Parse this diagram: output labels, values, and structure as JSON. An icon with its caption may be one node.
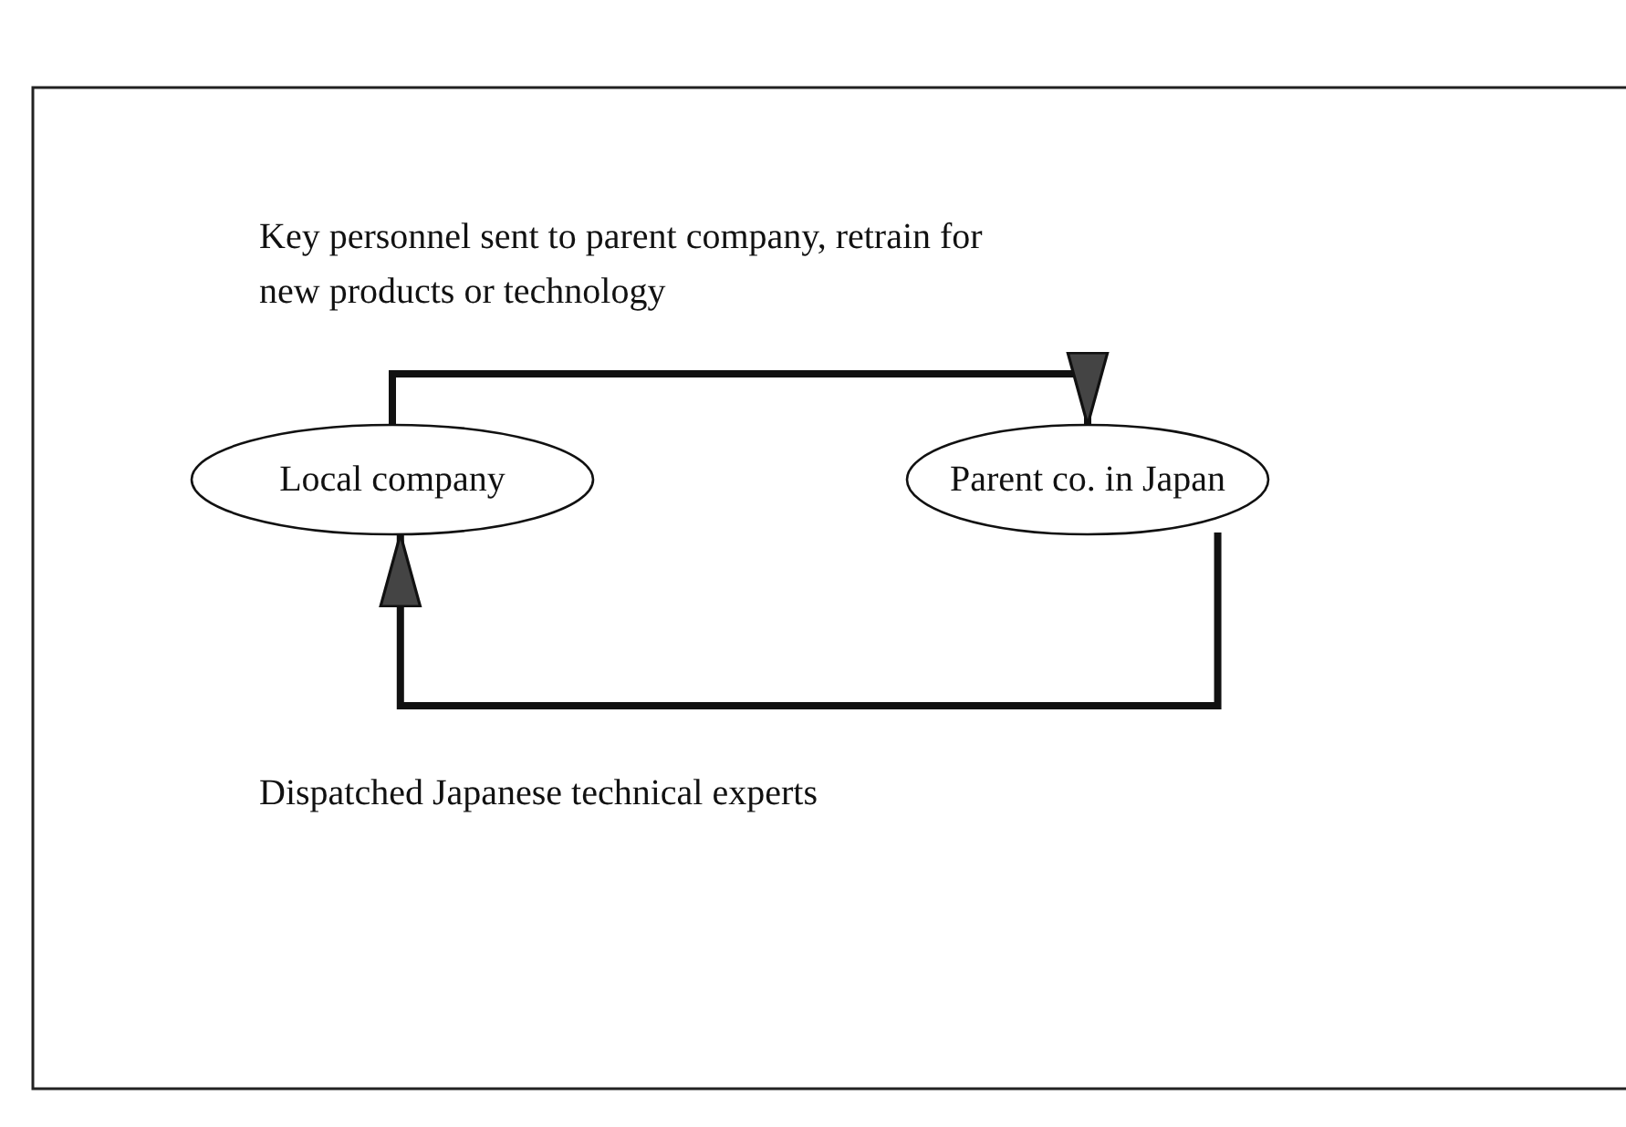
{
  "diagram": {
    "nodes": [
      {
        "text": [
          "Local company"
        ]
      },
      {
        "text": [
          "Parent co. in Japan"
        ]
      }
    ],
    "edges": [
      {
        "from": 0,
        "to": 1,
        "arrow": "to",
        "label": "Key personnel sent to parent company, retrain for new products or technology"
      },
      {
        "from": 1,
        "to": 0,
        "arrow": "to",
        "label": "Dispatched Japanese technical experts"
      }
    ]
  }
}
